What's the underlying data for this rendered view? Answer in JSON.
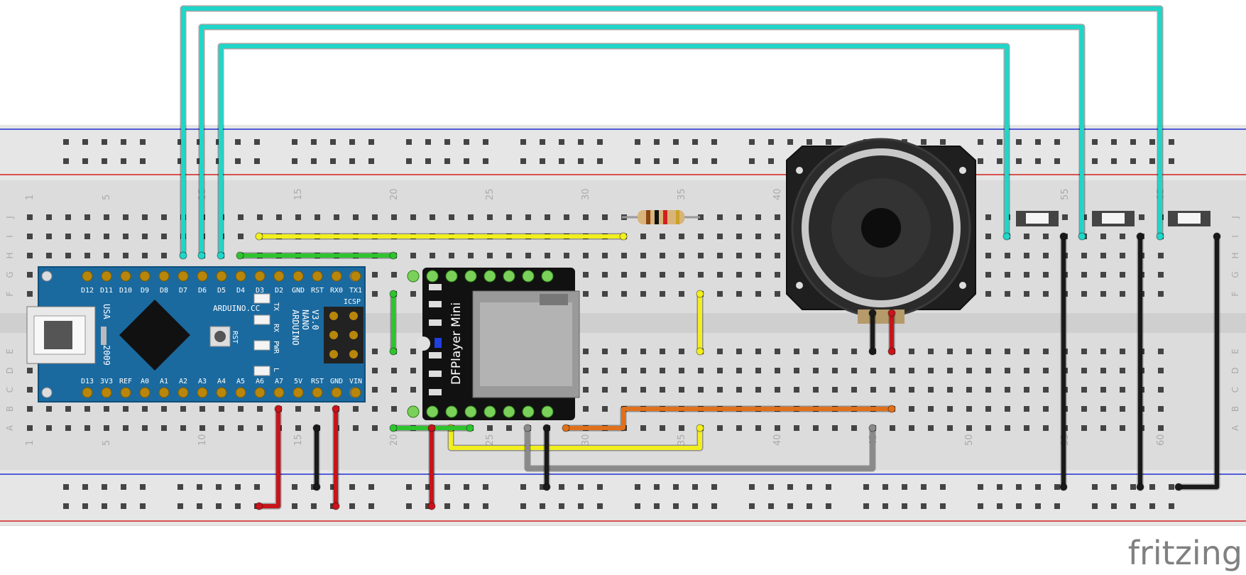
{
  "breadboard": {
    "column_numbers": [
      "1",
      "5",
      "10",
      "15",
      "20",
      "25",
      "30",
      "35",
      "40",
      "45",
      "50",
      "55",
      "60"
    ],
    "row_letters_top": [
      "J",
      "I",
      "H",
      "G",
      "F"
    ],
    "row_letters_bottom": [
      "E",
      "D",
      "C",
      "B",
      "A"
    ]
  },
  "nano": {
    "pins_top": [
      "D12",
      "D11",
      "D10",
      "D9",
      "D8",
      "D7",
      "D6",
      "D5",
      "D4",
      "D3",
      "D2",
      "GND",
      "RST",
      "RX0",
      "TX1"
    ],
    "pins_bottom": [
      "D13",
      "3V3",
      "REF",
      "A0",
      "A1",
      "A2",
      "A3",
      "A4",
      "A5",
      "A6",
      "A7",
      "5V",
      "RST",
      "GND",
      "VIN"
    ],
    "brand": "ARDUINO.CC",
    "model_line1": "ARDUINO",
    "model_line2": "NANO",
    "model_line3": "V3.0",
    "year": "2009",
    "usa": "USA",
    "icsp": "ICSP",
    "led_tx": "TX",
    "led_rx": "RX",
    "led_pwr": "PWR",
    "led_l": "L",
    "rst": "RST"
  },
  "dfplayer": {
    "label": "DFPlayer Mini"
  },
  "logo": {
    "text": "fritzing"
  },
  "colors": {
    "wire_cyan": "#1fd6c8",
    "wire_yellow": "#f2ef1e",
    "wire_green": "#2ec42e",
    "wire_red": "#c8141a",
    "wire_black": "#1a1a1a",
    "wire_orange": "#e0701a",
    "wire_gray": "#8a8a8a",
    "nano_blue": "#1a6aa0",
    "rail_red": "#d42020",
    "rail_blue": "#2030d0"
  }
}
